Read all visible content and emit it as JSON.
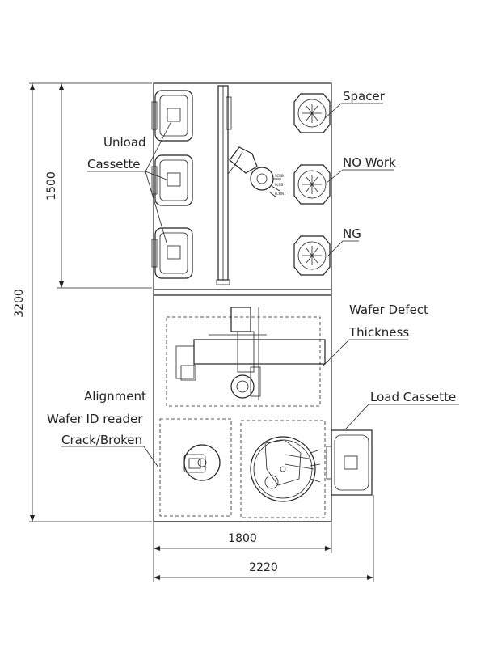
{
  "labels": {
    "spacer": "Spacer",
    "unload_line1": "Unload",
    "unload_line2": "Cassette",
    "no_work": "NO Work",
    "ng": "NG",
    "wafer_defect_line1": "Wafer Defect",
    "wafer_defect_line2": "Thickness",
    "alignment_line1": "Alignment",
    "alignment_line2": "Wafer ID reader",
    "alignment_line3": "Crack/Broken",
    "load_cassette": "Load Cassette"
  },
  "dimensions": {
    "height_total": "3200",
    "height_upper": "1500",
    "width_inner": "1800",
    "width_total": "2220"
  },
  "robot_tags": {
    "t1": "SCRB",
    "t2": "PLNS",
    "t3": "FLMNT"
  }
}
